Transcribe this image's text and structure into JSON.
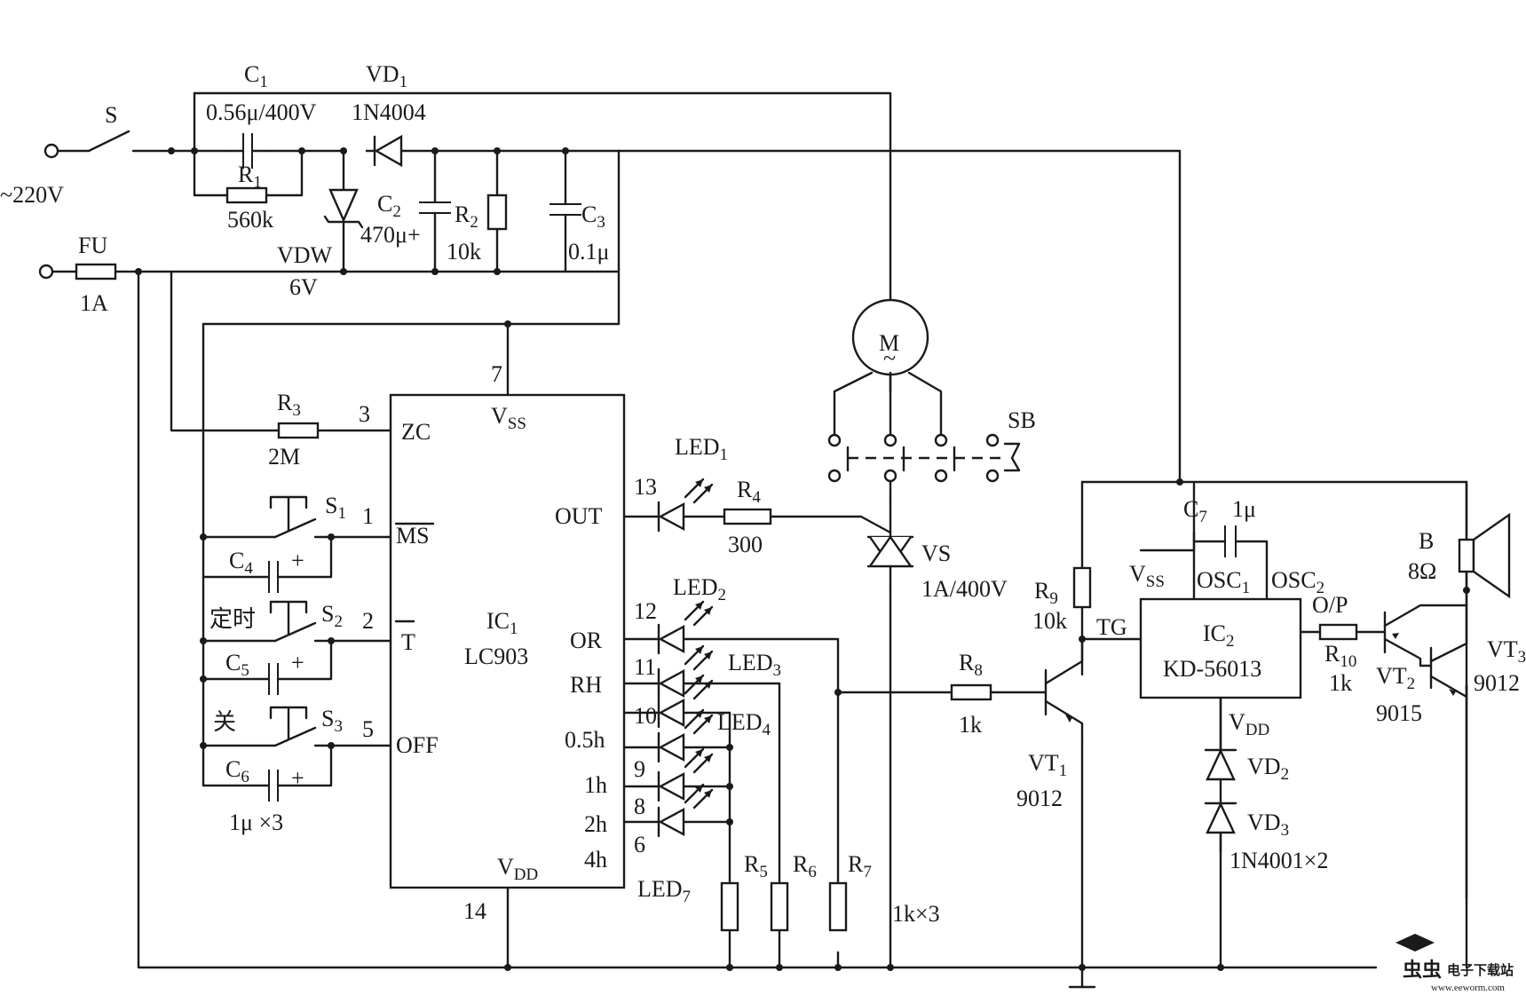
{
  "labels": {
    "S": "S",
    "ac": "~220V",
    "FU": "FU",
    "FU_val": "1A",
    "C1": "C",
    "C1_sub": "1",
    "C1_val": "0.56μ/400V",
    "VD1": "VD",
    "VD1_sub": "1",
    "VD1_val": "1N4004",
    "R1": "R",
    "R1_sub": "1",
    "R1_val": "560k",
    "C2": "C",
    "C2_sub": "2",
    "C2_val": "470μ+",
    "R2": "R",
    "R2_sub": "2",
    "R2_val": "10k",
    "C3": "C",
    "C3_sub": "3",
    "C3_val": "0.1μ",
    "VDW": "VDW",
    "VDW_val": "6V",
    "R3": "R",
    "R3_sub": "3",
    "R3_val": "2M",
    "M": "M",
    "M_tilde": "~",
    "SB": "SB",
    "VS": "VS",
    "VS_val": "1A/400V",
    "R4": "R",
    "R4_sub": "4",
    "R4_val": "300",
    "R5": "R",
    "R5_sub": "5",
    "R6": "R",
    "R6_sub": "6",
    "R7": "R",
    "R7_sub": "7",
    "R567_val": "1k×3",
    "R8": "R",
    "R8_sub": "8",
    "R8_val": "1k",
    "R9": "R",
    "R9_sub": "9",
    "R9_val": "10k",
    "R10": "R",
    "R10_sub": "10",
    "R10_val": "1k",
    "C7": "C",
    "C7_sub": "7",
    "C7_val": "1μ",
    "C4": "C",
    "C4_sub": "4",
    "C5": "C",
    "C5_sub": "5",
    "C6": "C",
    "C6_sub": "6",
    "C456_val": "1μ ×3",
    "S1": "S",
    "S1_sub": "1",
    "S2": "S",
    "S2_sub": "2",
    "S2_cn": "定时",
    "S3": "S",
    "S3_sub": "3",
    "S3_cn": "关",
    "IC1": "IC",
    "IC1_sub": "1",
    "IC1_val": "LC903",
    "IC2": "IC",
    "IC2_sub": "2",
    "IC2_val": "KD-56013",
    "VT1": "VT",
    "VT1_sub": "1",
    "VT1_val": "9012",
    "VT2": "VT",
    "VT2_sub": "2",
    "VT2_val": "9015",
    "VT3": "VT",
    "VT3_sub": "3",
    "VT3_val": "9012",
    "B": "B",
    "B_val": "8Ω",
    "VD2": "VD",
    "VD2_sub": "2",
    "VD3": "VD",
    "VD3_sub": "3",
    "VD23_val": "1N4001×2",
    "LED1": "LED",
    "LED1_sub": "1",
    "LED2": "LED",
    "LED2_sub": "2",
    "LED3": "LED",
    "LED3_sub": "3",
    "LED4": "LED",
    "LED4_sub": "4",
    "LED7": "LED",
    "LED7_sub": "7"
  },
  "ic1_pins": {
    "p7": "7",
    "p3": "3",
    "p1": "1",
    "p2": "2",
    "p5": "5",
    "p13": "13",
    "p12": "12",
    "p11": "11",
    "p10": "10",
    "p9": "9",
    "p8": "8",
    "p6": "6",
    "p14": "14",
    "vss": "V",
    "vss_sub": "SS",
    "vdd": "V",
    "vdd_sub": "DD",
    "zc": "ZC",
    "ms": "MS",
    "t": "T",
    "off": "OFF",
    "out": "OUT",
    "or": "OR",
    "rh": "RH",
    "h05": "0.5h",
    "h1": "1h",
    "h2": "2h",
    "h4": "4h"
  },
  "ic2_pins": {
    "vss": "V",
    "vss_sub": "SS",
    "osc1": "OSC",
    "osc1_sub": "1",
    "osc2": "OSC",
    "osc2_sub": "2",
    "tg": "TG",
    "op": "O/P",
    "vdd": "V",
    "vdd_sub": "DD"
  },
  "watermark": {
    "brand": "电子下载站",
    "logo_text": "虫虫",
    "url": "www.eeworm.com"
  }
}
